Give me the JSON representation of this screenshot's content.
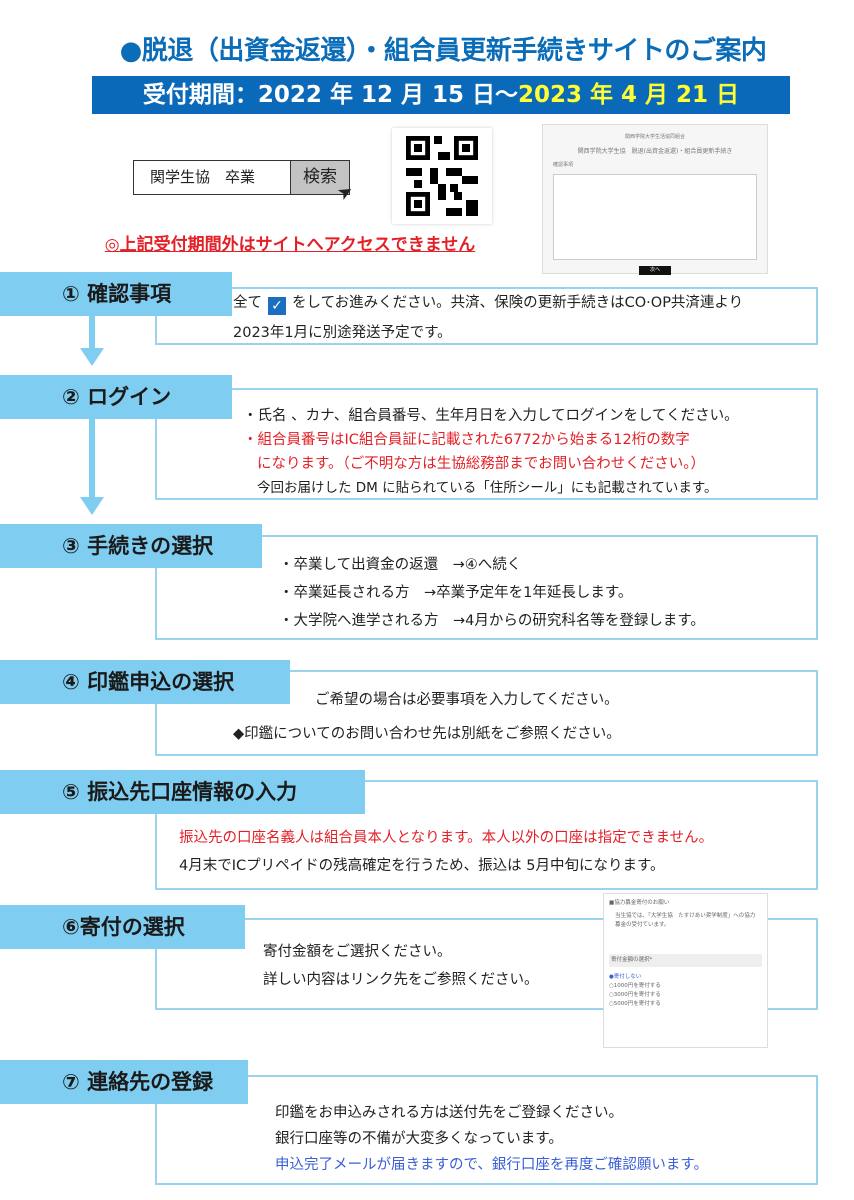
{
  "title": "●脱退（出資金返還）・組合員更新手続きサイトのご案内",
  "period": {
    "label": "受付期間：2022 年 12 月 15 日～",
    "end": "2023 年 4 月 21 日"
  },
  "search": {
    "query": "関学生協　卒業",
    "button": "検索"
  },
  "notice": "◎上記受付期間外はサイトへアクセスできません",
  "site_preview": {
    "org": "関西学院大学生活協同組合",
    "heading": "関西学院大学生協　脱退(出資金返還)・組合員更新手続き",
    "section": "確認事項",
    "next": "次へ"
  },
  "sections": [
    {
      "label": "① 確認事項",
      "lines": [
        "全て",
        "をしてお進みください。共済、保険の更新手続きはCO·OP共済連より",
        "2023年1月に別途発送予定です。"
      ]
    },
    {
      "label": "② ログイン",
      "lines": [
        "・氏名 、カナ、組合員番号、生年月日を入力してログインをしてください。",
        "・組合員番号はIC組合員証に記載された6772から始まる12桁の数字",
        "になります。（ご不明な方は生協総務部までお問い合わせください。）",
        "今回お届けした DM に貼られている「住所シール」にも記載されています。"
      ]
    },
    {
      "label": "③ 手続きの選択",
      "lines": [
        "・卒業して出資金の返還　→④へ続く",
        "・卒業延長される方　→卒業予定年を1年延長します。",
        "・大学院へ進学される方　→4月からの研究科名等を登録します。"
      ]
    },
    {
      "label": "④ 印鑑申込の選択",
      "lines": [
        "ご希望の場合は必要事項を入力してください。",
        "◆印鑑についてのお問い合わせ先は別紙をご参照ください。"
      ]
    },
    {
      "label": "⑤ 振込先口座情報の入力",
      "lines": [
        "振込先の口座名義人は組合員本人となります。本人以外の口座は指定できません。",
        "4月末でICプリペイドの残高確定を行うため、振込は 5月中旬になります。"
      ]
    },
    {
      "label": "⑥寄付の選択",
      "lines": [
        "寄付金額をご選択ください。",
        "詳しい内容はリンク先をご参照ください。"
      ]
    },
    {
      "label": "⑦ 連絡先の登録",
      "lines": [
        "印鑑をお申込みされる方は送付先をご登録ください。",
        "銀行口座等の不備が大変多くなっています。",
        "申込完了メールが届きますので、銀行口座を再度ご確認願います。"
      ]
    }
  ],
  "donation_preview": {
    "heading": "■協力募金寄付のお願い",
    "text": "当生協では、「大学生協　たすけあい奨学制度」への協力募金の受付ています。",
    "select_label": "寄付金額の選択*",
    "options": [
      "●寄付しない",
      "○1000円を寄付する",
      "○3000円を寄付する",
      "○5000円を寄付する"
    ]
  }
}
